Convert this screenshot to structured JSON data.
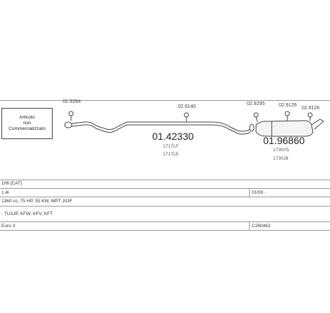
{
  "note": {
    "lines": [
      "Articolo",
      "non",
      "Commercializzato"
    ]
  },
  "parts": {
    "main_left": {
      "number": "01.42330",
      "codes": [
        "1717LF",
        "1717LE"
      ]
    },
    "main_right": {
      "number": "01.96860",
      "codes": [
        "1730Y5",
        "1730J8"
      ]
    },
    "callouts": [
      "02.9264",
      "02.9140",
      "02.9295",
      "02.9126",
      "02.9126"
    ]
  },
  "info": {
    "model": "106 [CAT]",
    "engine": "1.4i",
    "date": "01/00 -",
    "specs": "1360 cc, 75 HP, 55 KW, MPT J0JF",
    "engine_code": "- TU3JP, KFW, KFV, KFT",
    "norm": "Euro 3",
    "catalog_code": "C260462"
  },
  "colors": {
    "line": "#444444",
    "rule": "#9a9a9a"
  }
}
